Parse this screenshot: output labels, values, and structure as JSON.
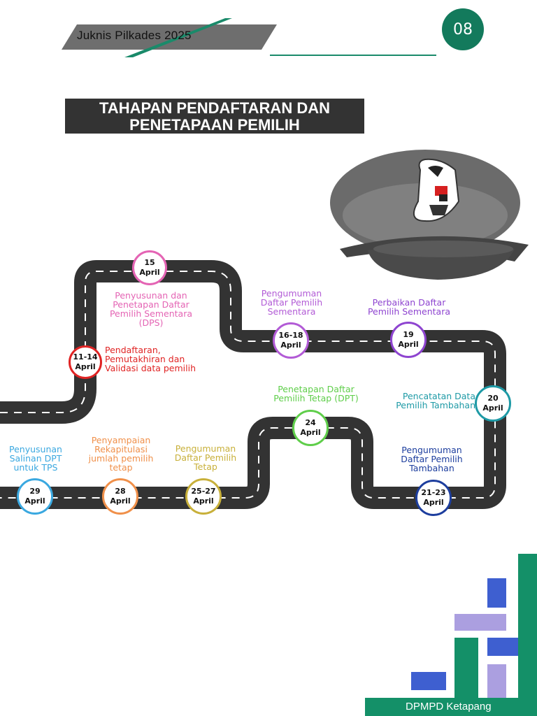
{
  "header": {
    "title": "Juknis Pilkades 2025",
    "page_number": "08"
  },
  "section_title": {
    "line1": "TAHAPAN PENDAFTARAN DAN",
    "line2": "PENETAPAAN PEMILIH"
  },
  "colors": {
    "brand_green": "#149068",
    "road": "#333333"
  },
  "timeline": [
    {
      "date": "11-14",
      "month": "April",
      "label": "Pendaftaran, Pemutakhiran dan Validasi data pemilih",
      "color": "#e02424"
    },
    {
      "date": "15",
      "month": "April",
      "label": "Penyusunan dan Penetapan Daftar Pemilih Sementara (DPS)",
      "color": "#e464b4"
    },
    {
      "date": "16-18",
      "month": "April",
      "label": "Pengumuman Daftar Pemilih Sementara",
      "color": "#b25bd6"
    },
    {
      "date": "19",
      "month": "April",
      "label": "Perbaikan Daftar Pemilih Sementara",
      "color": "#8e44d0"
    },
    {
      "date": "20",
      "month": "April",
      "label": "Pencatatan Data Pemilih Tambahan",
      "color": "#1e9aa6"
    },
    {
      "date": "21-23",
      "month": "April",
      "label": "Pengumuman Daftar Pemilih Tambahan",
      "color": "#1d3e9e"
    },
    {
      "date": "24",
      "month": "April",
      "label": "Penetapan Daftar Pemilih Tetap (DPT)",
      "color": "#5fce4a"
    },
    {
      "date": "25-27",
      "month": "April",
      "label": "Pengumuman Daftar Pemilih Tetap",
      "color": "#c8b03a"
    },
    {
      "date": "28",
      "month": "April",
      "label": "Penyampaian Rekapitulasi jumlah pemilih tetap",
      "color": "#f0904a"
    },
    {
      "date": "29",
      "month": "April",
      "label": "Penyusunan Salinan DPT untuk TPS",
      "color": "#3aa8e0"
    }
  ],
  "footer": {
    "text": "DPMPD Ketapang"
  }
}
